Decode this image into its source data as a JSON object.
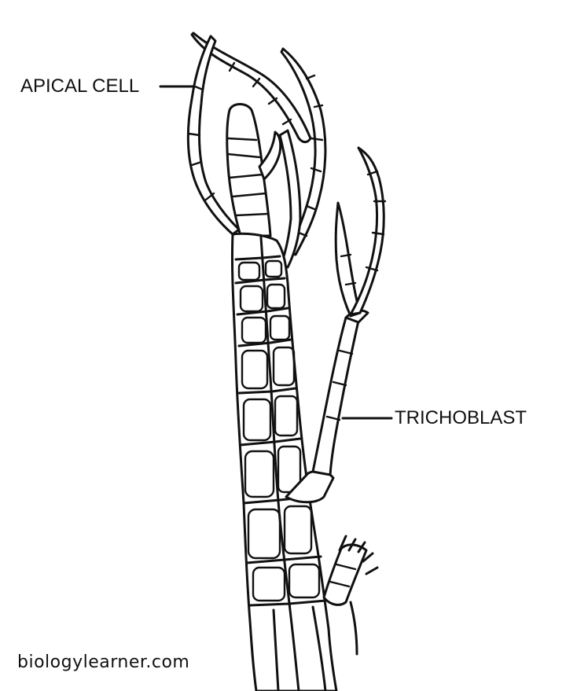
{
  "labels": {
    "apical_cell": "APICAL CELL",
    "trichoblast": "TRICHOBLAST"
  },
  "watermark": "biologylearner.com",
  "colors": {
    "line": "#111111",
    "background": "#ffffff"
  }
}
